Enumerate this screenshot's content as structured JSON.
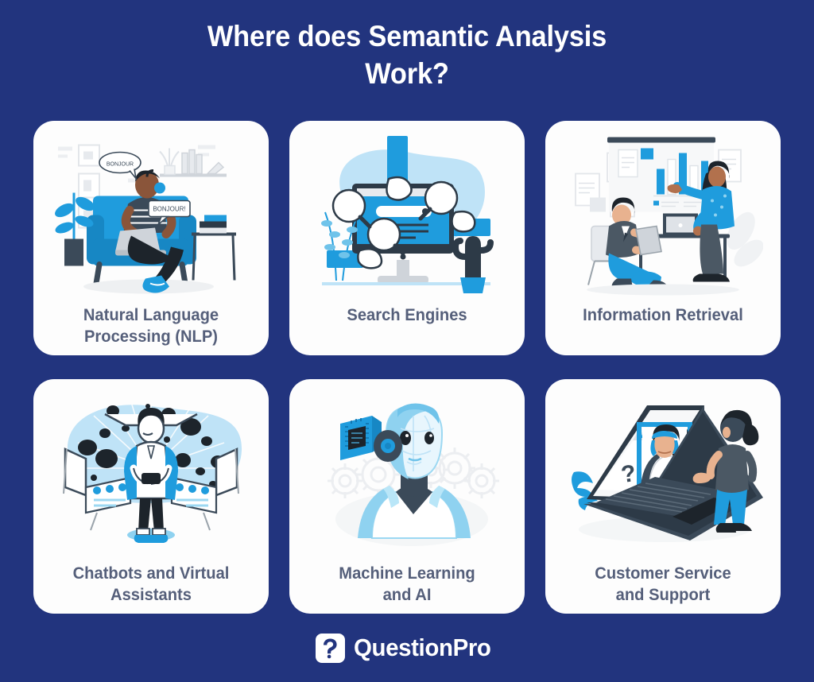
{
  "page": {
    "title_line1": "Where does Semantic Analysis",
    "title_line2": "Work?",
    "background_color": "#22347e",
    "card_color": "#fdfdfd",
    "label_color": "#555f7a",
    "accent_blue": "#1f9cdd",
    "accent_light_blue": "#a9dcf5",
    "accent_dark": "#3b4a59"
  },
  "cards": [
    {
      "id": "natural-language-processing",
      "label_line1": "Natural Language",
      "label_line2": "Processing (NLP)",
      "illustration": "person-on-couch-with-laptop",
      "illustration_text": [
        "BONJOUR",
        "BONJOUR!"
      ]
    },
    {
      "id": "search-engines",
      "label_line1": "Search Engines",
      "label_line2": "",
      "illustration": "monitor-with-magnifying-glasses",
      "illustration_text": []
    },
    {
      "id": "information-retrieval",
      "label_line1": "Information Retrieval",
      "label_line2": "",
      "illustration": "presentation-with-bar-chart",
      "illustration_text": []
    },
    {
      "id": "chatbots-and-virtual-assistants",
      "label_line1": "Chatbots and Virtual",
      "label_line2": "Assistants",
      "illustration": "person-with-phone-and-data-panels",
      "illustration_text": []
    },
    {
      "id": "machine-learning-and-ai",
      "label_line1": "Machine Learning",
      "label_line2": "and AI",
      "illustration": "robot-bust-with-cpu-chip",
      "illustration_text": []
    },
    {
      "id": "customer-service-and-support",
      "label_line1": "Customer Service",
      "label_line2": "and Support",
      "illustration": "laptop-with-support-agent",
      "illustration_text": [
        "?"
      ]
    }
  ],
  "footer": {
    "brand": "QuestionPro",
    "logo_glyph": "?"
  }
}
